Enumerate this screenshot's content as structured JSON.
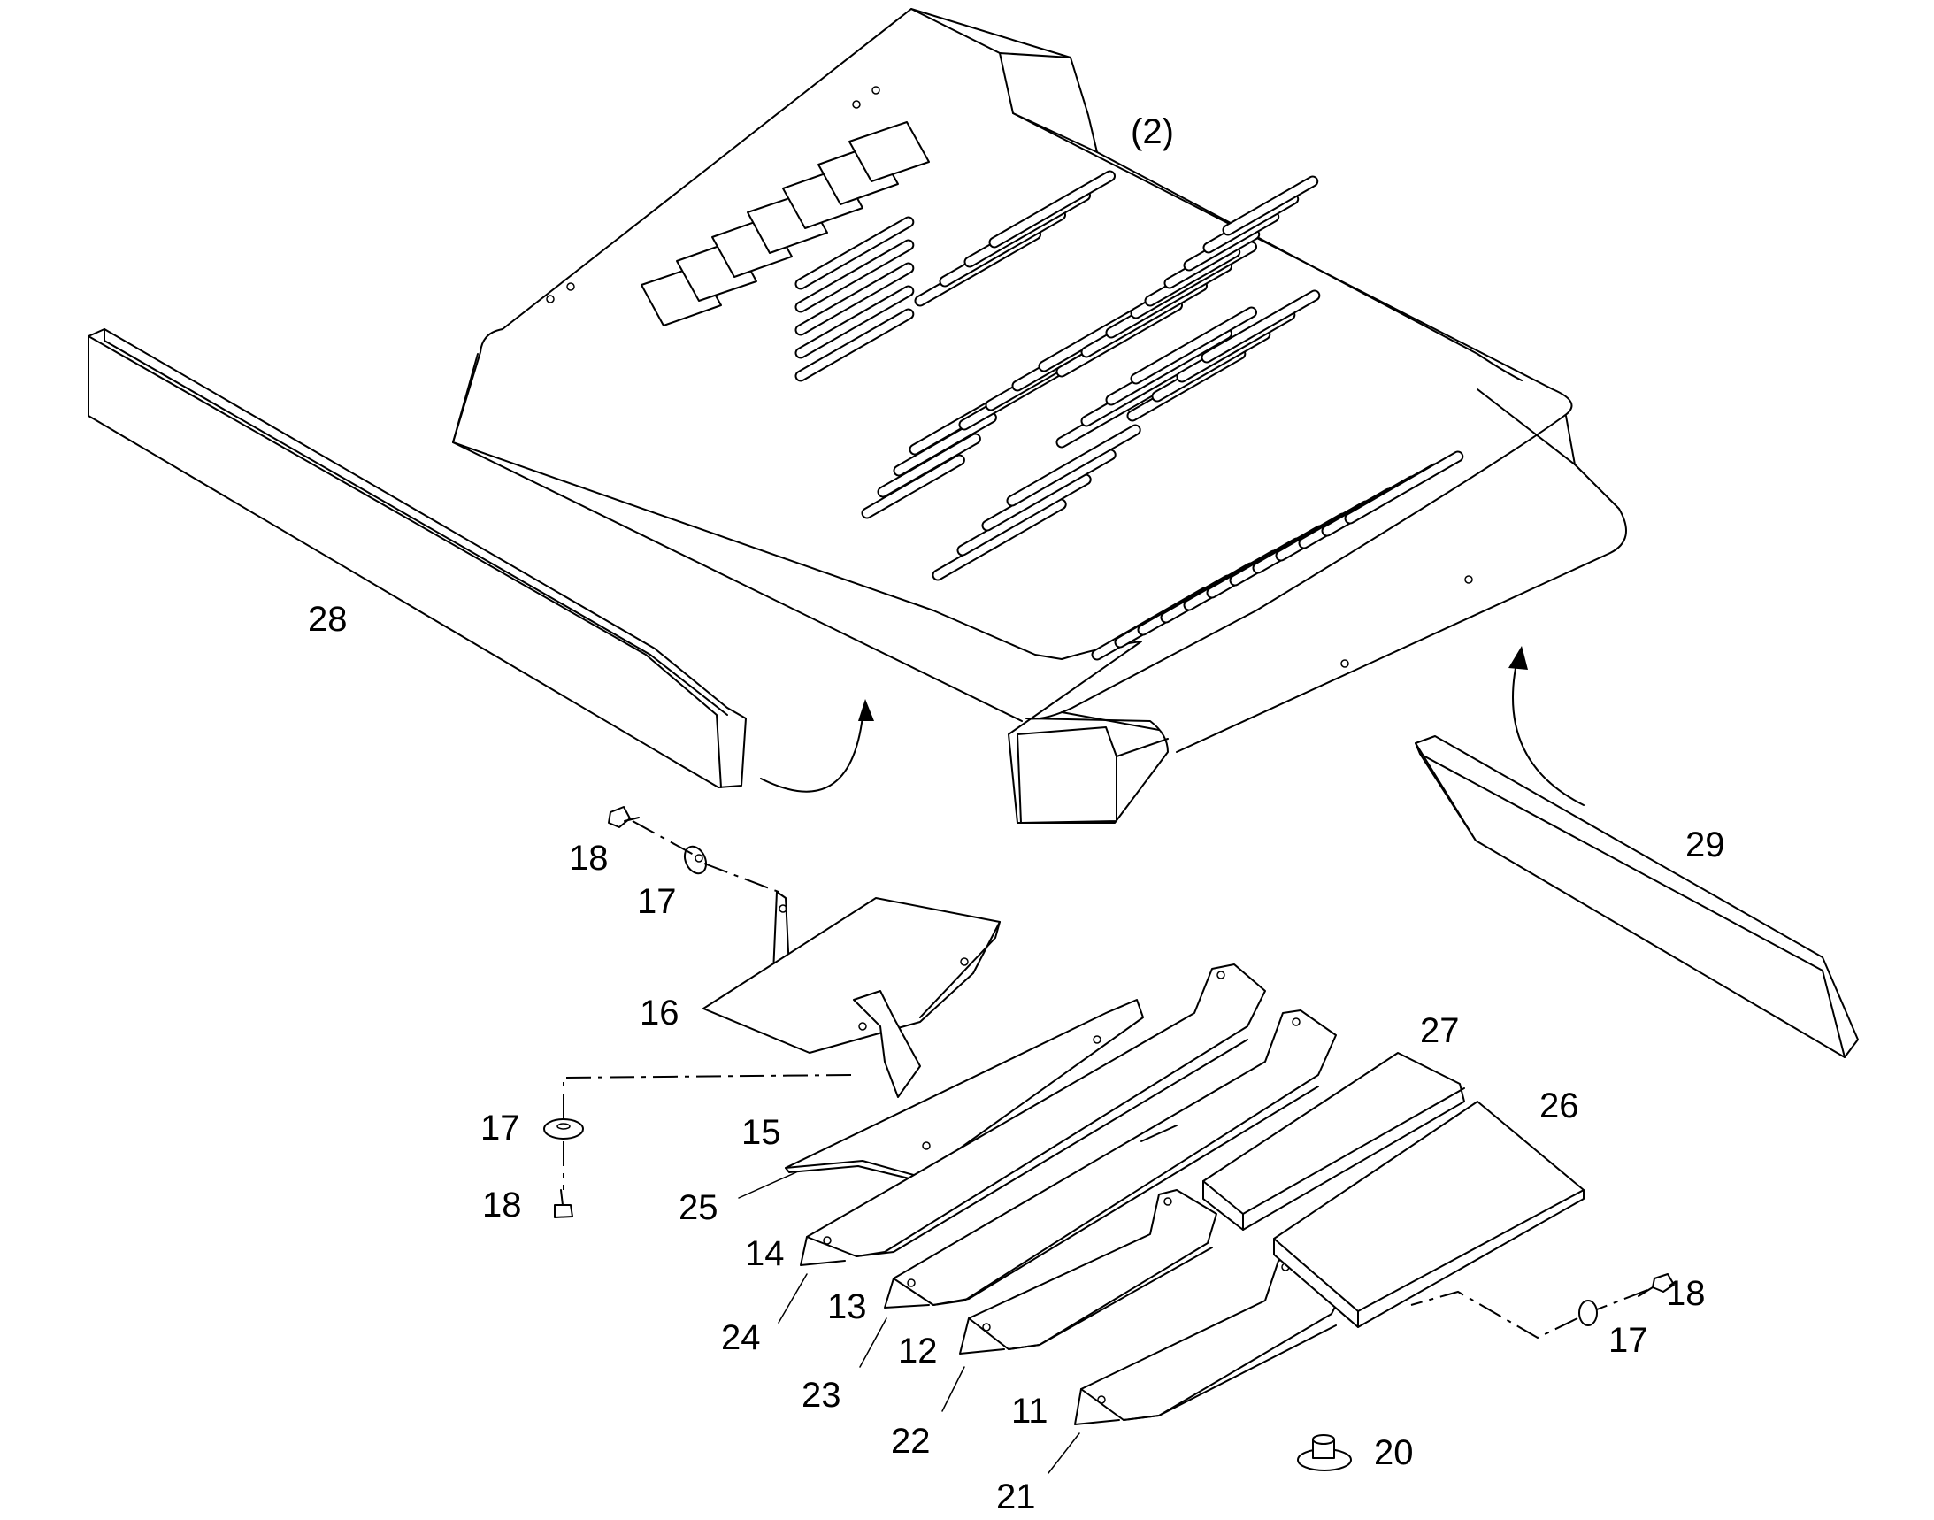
{
  "labels": {
    "p2": "(2)",
    "p11": "11",
    "p12": "12",
    "p13": "13",
    "p14": "14",
    "p15": "15",
    "p16": "16",
    "p17a": "17",
    "p17b": "17",
    "p17c": "17",
    "p18a": "18",
    "p18b": "18",
    "p18c": "18",
    "p20": "20",
    "p21": "21",
    "p22": "22",
    "p23": "23",
    "p24": "24",
    "p25": "25",
    "p26": "26",
    "p27": "27",
    "p28": "28",
    "p29": "29"
  }
}
